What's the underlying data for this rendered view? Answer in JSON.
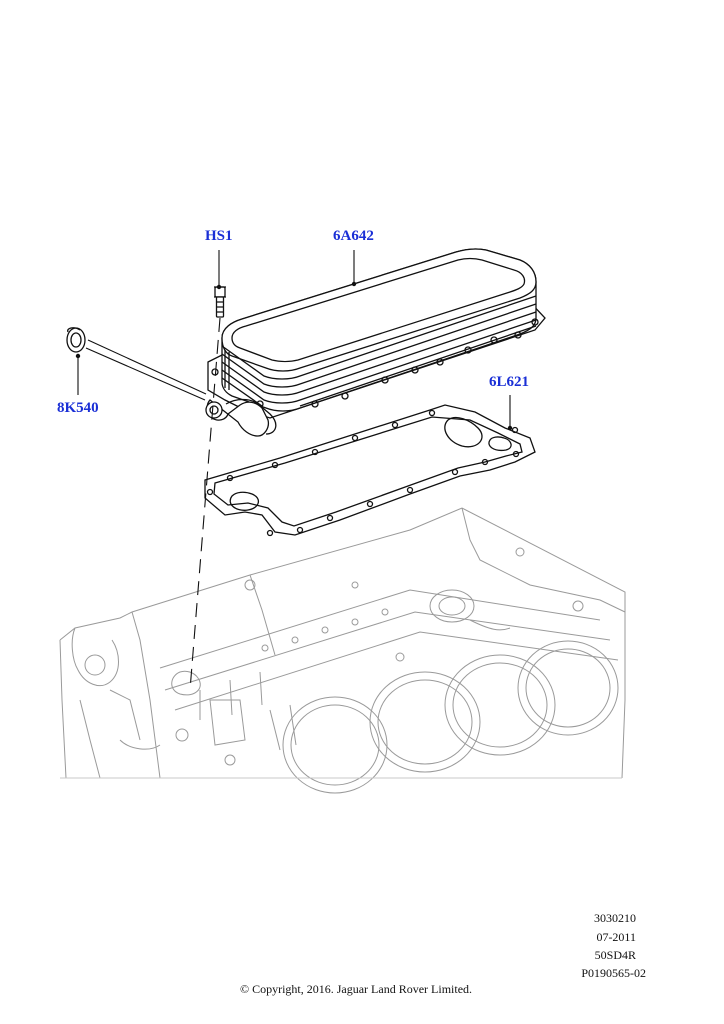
{
  "callouts": {
    "hs1": "HS1",
    "oil_cooler": "6A642",
    "seal": "8K540",
    "gasket": "6L621"
  },
  "illustration_codes": [
    "3030210",
    "07-2011",
    "50SD4R",
    "P0190565-02"
  ],
  "copyright": "© Copyright, 2016. Jaguar Land Rover Limited.",
  "colors": {
    "callout": "#1a2fd6",
    "lines": "#111111",
    "engine_block": "#9a9a9a"
  }
}
